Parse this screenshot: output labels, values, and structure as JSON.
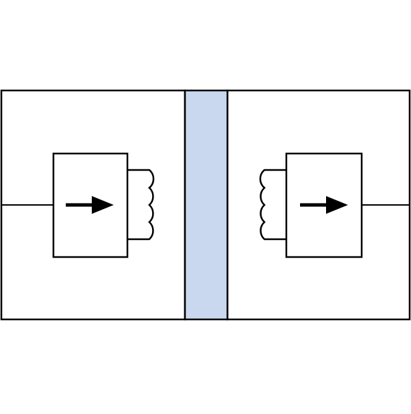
{
  "colors": {
    "background": "#ffffff",
    "stroke": "#000000",
    "barrier_fill": "#c9d8ee",
    "arrow_fill": "#000000"
  },
  "components": {
    "left_block": {
      "arrow_direction": "right",
      "coil_side": "right",
      "coil_turns": 3
    },
    "barrier": {
      "shape": "vertical-band"
    },
    "right_block": {
      "arrow_direction": "right",
      "coil_side": "left",
      "coil_turns": 3
    }
  }
}
